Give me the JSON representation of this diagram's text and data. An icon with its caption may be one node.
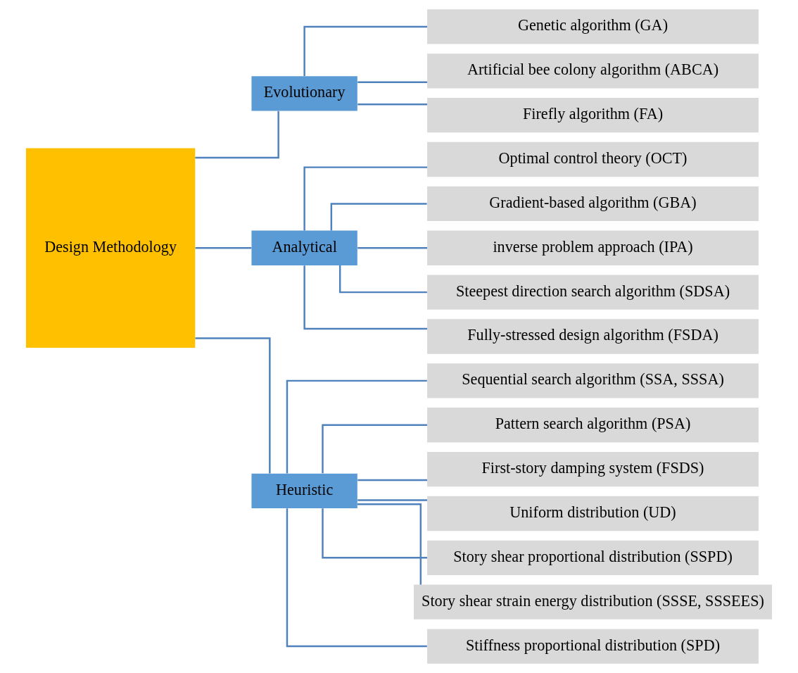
{
  "diagram": {
    "nodes": [
      {
        "text": [
          "Design Methodology"
        ]
      },
      {
        "text": [
          "Evolutionary"
        ]
      },
      {
        "text": [
          "Genetic algorithm (GA)"
        ]
      },
      {
        "text": [
          "Artificial bee colony algorithm (ABCA)"
        ]
      },
      {
        "text": [
          "Firefly algorithm (FA)"
        ]
      },
      {
        "text": [
          "Analytical"
        ]
      },
      {
        "text": [
          "Optimal control theory (OCT)"
        ]
      },
      {
        "text": [
          "Gradient-based algorithm (GBA)"
        ]
      },
      {
        "text": [
          "inverse problem approach (IPA)"
        ]
      },
      {
        "text": [
          "Steepest direction search algorithm (SDSA)"
        ]
      },
      {
        "text": [
          "Fully-stressed design algorithm (FSDA)"
        ]
      },
      {
        "text": [
          "Heuristic"
        ]
      },
      {
        "text": [
          "Sequential search algorithm (SSA, SSSA)"
        ]
      },
      {
        "text": [
          "Pattern search algorithm (PSA)"
        ]
      },
      {
        "text": [
          "First-story damping system (FSDS)"
        ]
      },
      {
        "text": [
          "Uniform distribution (UD)"
        ]
      },
      {
        "text": [
          "Story shear proportional distribution (SSPD)"
        ]
      },
      {
        "text": [
          "Story shear strain energy distribution (SSSE, SSSEES)"
        ]
      },
      {
        "text": [
          "Stiffness proportional distribution (SPD)"
        ]
      }
    ],
    "edges": [
      {
        "from": 0,
        "to": 1,
        "arrow": "none"
      },
      {
        "from": 0,
        "to": 5,
        "arrow": "none"
      },
      {
        "from": 0,
        "to": 11,
        "arrow": "none"
      },
      {
        "from": 1,
        "to": 2,
        "arrow": "none"
      },
      {
        "from": 1,
        "to": 3,
        "arrow": "none"
      },
      {
        "from": 1,
        "to": 4,
        "arrow": "none"
      },
      {
        "from": 5,
        "to": 6,
        "arrow": "none"
      },
      {
        "from": 5,
        "to": 7,
        "arrow": "none"
      },
      {
        "from": 5,
        "to": 8,
        "arrow": "none"
      },
      {
        "from": 5,
        "to": 9,
        "arrow": "none"
      },
      {
        "from": 5,
        "to": 10,
        "arrow": "none"
      },
      {
        "from": 11,
        "to": 12,
        "arrow": "none"
      },
      {
        "from": 11,
        "to": 13,
        "arrow": "none"
      },
      {
        "from": 11,
        "to": 14,
        "arrow": "none"
      },
      {
        "from": 11,
        "to": 15,
        "arrow": "none"
      },
      {
        "from": 11,
        "to": 16,
        "arrow": "none"
      },
      {
        "from": 11,
        "to": 17,
        "arrow": "none"
      },
      {
        "from": 11,
        "to": 18,
        "arrow": "none"
      }
    ]
  }
}
